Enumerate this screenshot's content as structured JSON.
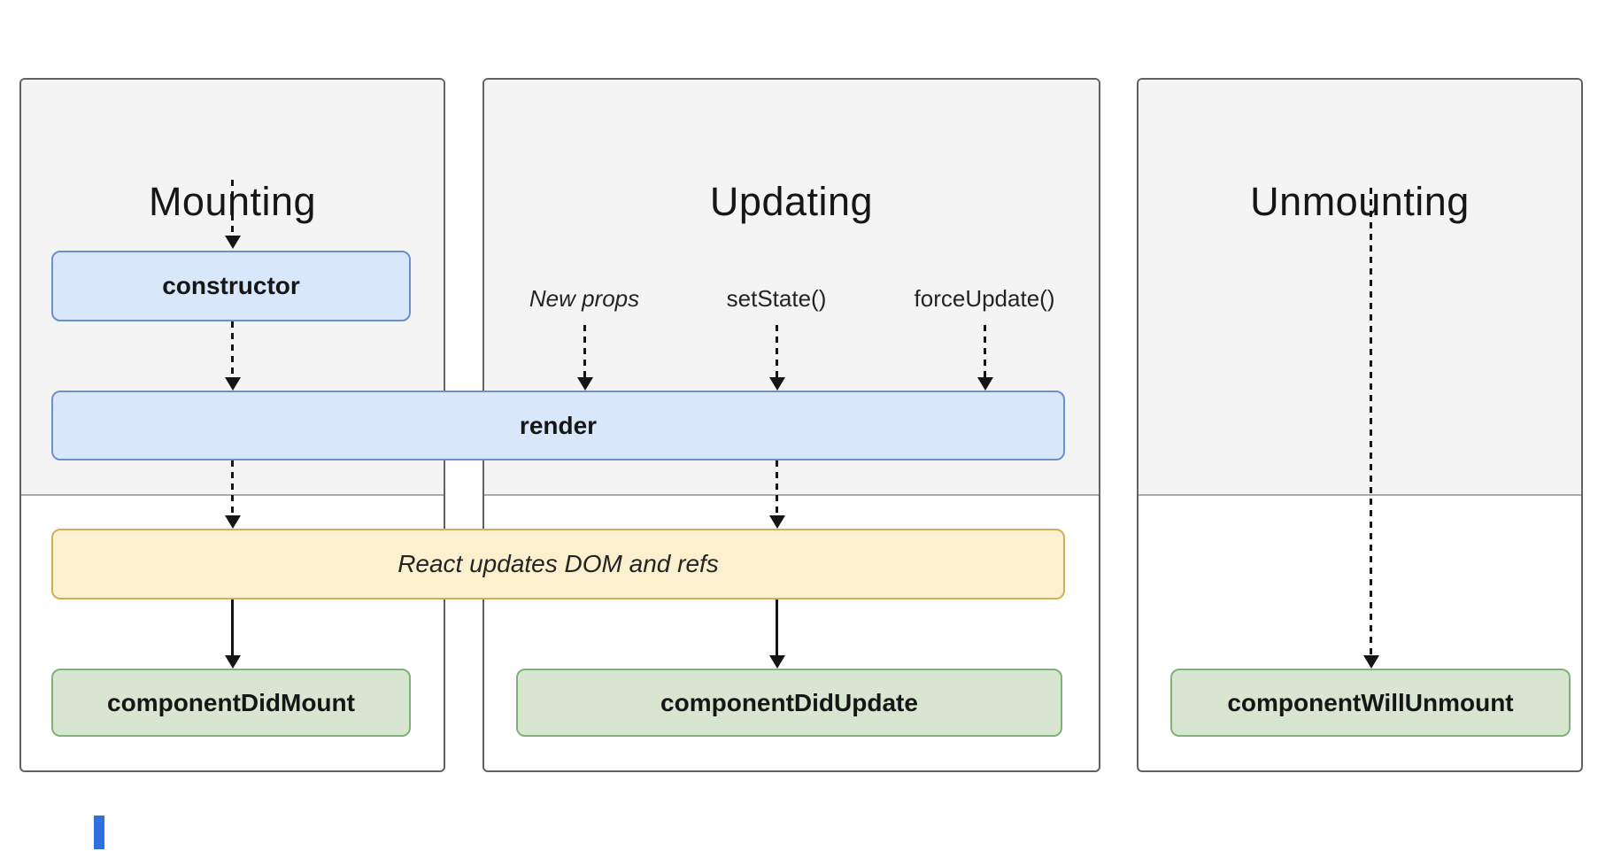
{
  "diagram": {
    "title_hint": "React lifecycle methods diagram",
    "columns": [
      {
        "title": "Mounting"
      },
      {
        "title": "Updating",
        "triggers": [
          "New props",
          "setState()",
          "forceUpdate()"
        ]
      },
      {
        "title": "Unmounting"
      }
    ],
    "boxes": {
      "constructor_label": "constructor",
      "render_label": "render",
      "react_updates_label": "React updates DOM and refs",
      "did_mount_label": "componentDidMount",
      "did_update_label": "componentDidUpdate",
      "will_unmount_label": "componentWillUnmount"
    },
    "colors": {
      "lifecycle_box_fill": "#d9e7fb",
      "lifecycle_box_border": "#6e90ca",
      "side_effect_fill": "#fcf0ce",
      "side_effect_border": "#cfae5e",
      "commit_box_fill": "#d7e5d1",
      "commit_box_border": "#82b178",
      "phase_top_fill": "#f4f4f5",
      "phase_divider": "#aaacae",
      "panel_border": "#5e6165",
      "arrow": "#151515",
      "bottom_left_marker": "#2e6fdf"
    }
  }
}
